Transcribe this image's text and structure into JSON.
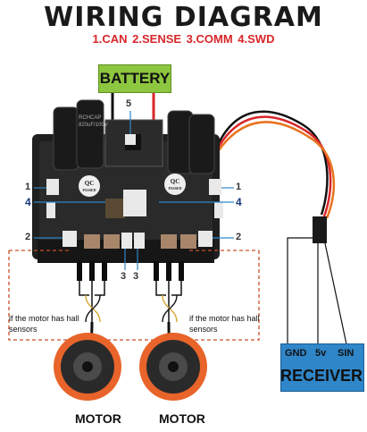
{
  "title": "WIRING DIAGRAM",
  "legend": "1.CAN  2.SENSE  3.COMM  4.SWD",
  "battery_label": "BATTERY",
  "port_labels": {
    "top_center": "5",
    "left_1": "1",
    "left_4": "4",
    "left_2": "2",
    "right_1": "1",
    "right_4": "4",
    "right_2": "2",
    "bottom_3a": "3",
    "bottom_3b": "3"
  },
  "hall_note_left": "if the motor has hall sensors",
  "hall_note_right": "if the motor has hall sensors",
  "motor_left": "MOTOR",
  "motor_right": "MOTOR",
  "receiver": {
    "title": "RECEIVER",
    "pins": [
      "GND",
      "5v",
      "SIN"
    ]
  },
  "capacitor_text": [
    "RCHCAP",
    "820uF/100V"
  ],
  "qc_label": "QC",
  "qc_sub": "PASSED",
  "colors": {
    "battery_green": "#8dc63f",
    "wire_red": "#d8262a",
    "wire_black": "#111111",
    "wire_orange": "#e8731e",
    "receiver_blue": "#2f86c9",
    "port_blue": "#2f86c9",
    "hall_dash": "#c8502a",
    "motor_orange": "#e8642a"
  }
}
